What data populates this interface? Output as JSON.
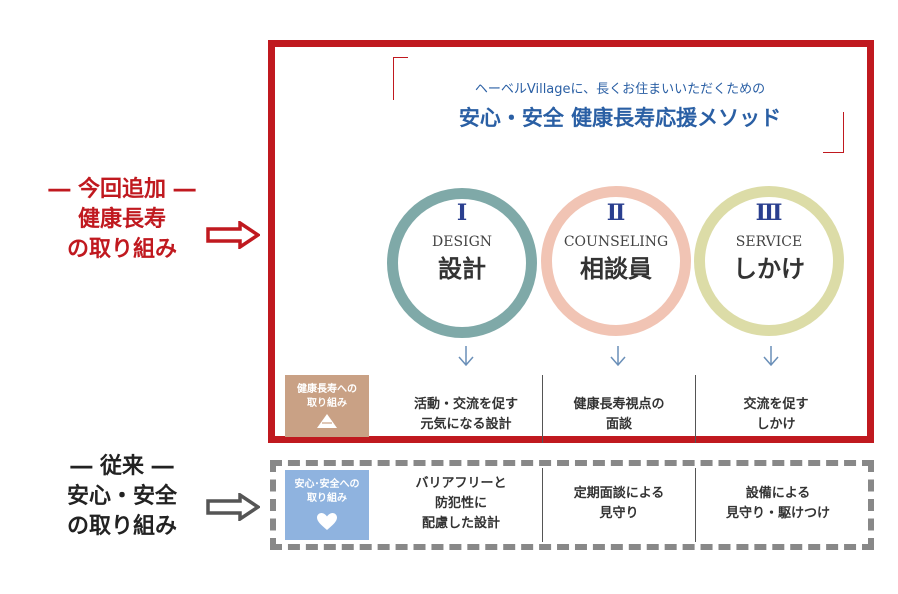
{
  "left_labels": {
    "new": {
      "line1": "― 今回追加 ―",
      "line2": "健康長寿",
      "line3": "の取り組み"
    },
    "old": {
      "line1": "― 従来 ―",
      "line2": "安心・安全",
      "line3": "の取り組み"
    }
  },
  "header": {
    "subtitle": "ヘーベルVillageに、長くお住まいいただくための",
    "title": "安心・安全 健康長寿応援メソッド"
  },
  "circles": [
    {
      "numeral": "Ⅰ",
      "en": "DESIGN",
      "jp": "設計"
    },
    {
      "numeral": "Ⅱ",
      "en": "COUNSELING",
      "jp": "相談員"
    },
    {
      "numeral": "Ⅲ",
      "en": "SERVICE",
      "jp": "しかけ"
    }
  ],
  "new_row": {
    "tag": {
      "line1": "健康長寿への",
      "line2": "取り組み"
    },
    "cells": [
      {
        "line1": "活動・交流を促す",
        "line2": "元気になる設計"
      },
      {
        "line1": "健康長寿視点の",
        "line2": "面談"
      },
      {
        "line1": "交流を促す",
        "line2": "しかけ"
      }
    ]
  },
  "old_row": {
    "tag": {
      "line1": "安心･安全への",
      "line2": "取り組み"
    },
    "cells": [
      {
        "line1": "バリアフリーと",
        "line2": "防犯性に",
        "line3": "配慮した設計"
      },
      {
        "line1": "定期面談による",
        "line2": "見守り"
      },
      {
        "line1": "設備による",
        "line2": "見守り・駆けつけ"
      }
    ]
  },
  "colors": {
    "accent_red": "#c0191f",
    "title_blue": "#2a5fa4",
    "circle_design": "#7fa9a8",
    "circle_counseling": "#f1c4b4",
    "circle_service": "#dcdca7",
    "tag_new": "#c9a185",
    "tag_old": "#8fb3df"
  },
  "icons": {
    "new_tag": "triangle-icon",
    "old_tag": "heart-icon",
    "pointer": "outline-right-arrow-icon",
    "flow": "down-arrow-icon"
  }
}
